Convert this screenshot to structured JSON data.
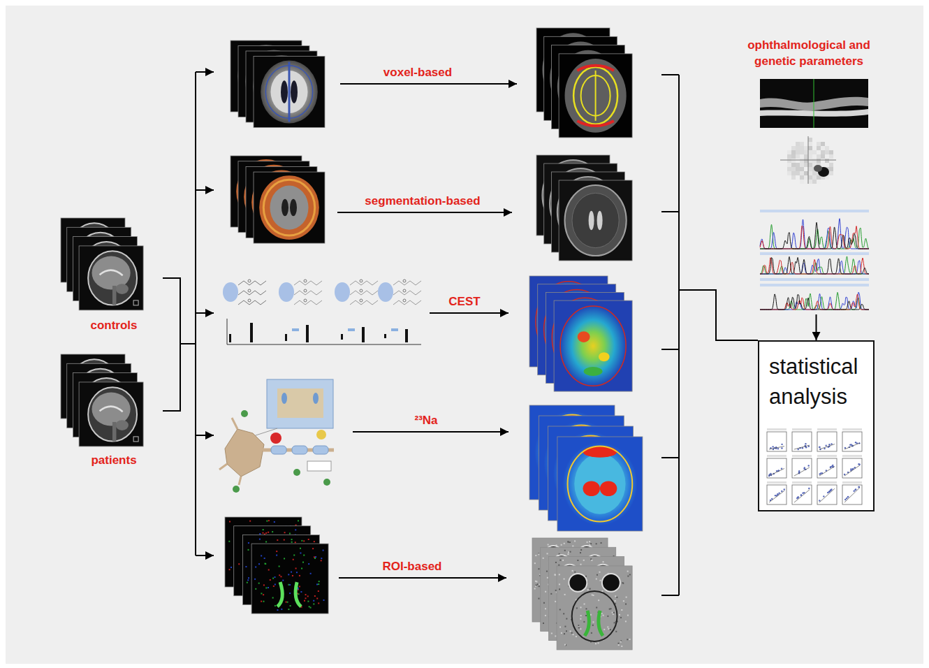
{
  "diagram": {
    "nodes": [
      {
        "text": [
          "controls"
        ]
      },
      {
        "text": [
          "patients"
        ]
      },
      {
        "text": [
          "ophthalmological and genetic parameters"
        ]
      },
      {
        "text": [
          "statistical analysis"
        ]
      }
    ],
    "edges": [
      {
        "from": 2,
        "to": 3,
        "arrow": "to"
      }
    ],
    "labels": [
      "voxel-based",
      "segmentation-based",
      "CEST",
      "²³Na",
      "ROI-based"
    ]
  }
}
